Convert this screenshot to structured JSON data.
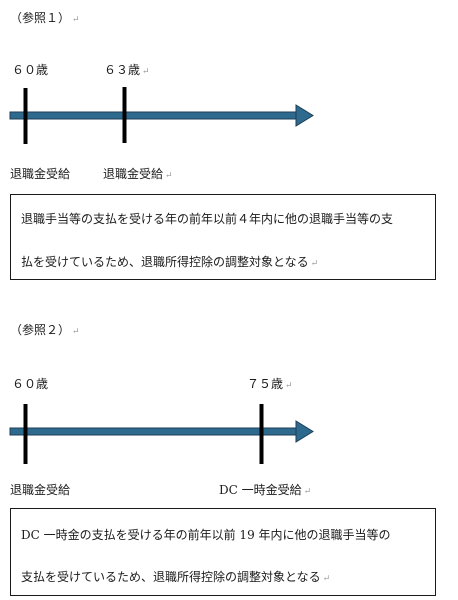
{
  "ref1": {
    "heading": "（参照１）",
    "age_left": "６０歳",
    "age_right": "６３歳",
    "label_left": "退職金受給",
    "label_right": "退職金受給",
    "box_line1": "退職手当等の支払を受ける年の前年以前４年内に他の退職手当等の支",
    "box_line2": "払を受けているため、退職所得控除の調整対象となる"
  },
  "ref2": {
    "heading": "（参照２）",
    "age_left": "６０歳",
    "age_right": "７５歳",
    "label_left": "退職金受給",
    "label_right": "DC 一時金受給",
    "box_line1": "DC 一時金の支払を受ける年の前年以前 19 年内に他の退職手当等の",
    "box_line2": "支払を受けているため、退職所得控除の調整対象となる"
  },
  "colors": {
    "arrow_fill": "#2e6a8e",
    "arrow_outline": "#1e3f57",
    "marker": "#000000",
    "paragraph_mark": "#9a9a9a"
  },
  "marks": {
    "paragraph": "↵"
  }
}
